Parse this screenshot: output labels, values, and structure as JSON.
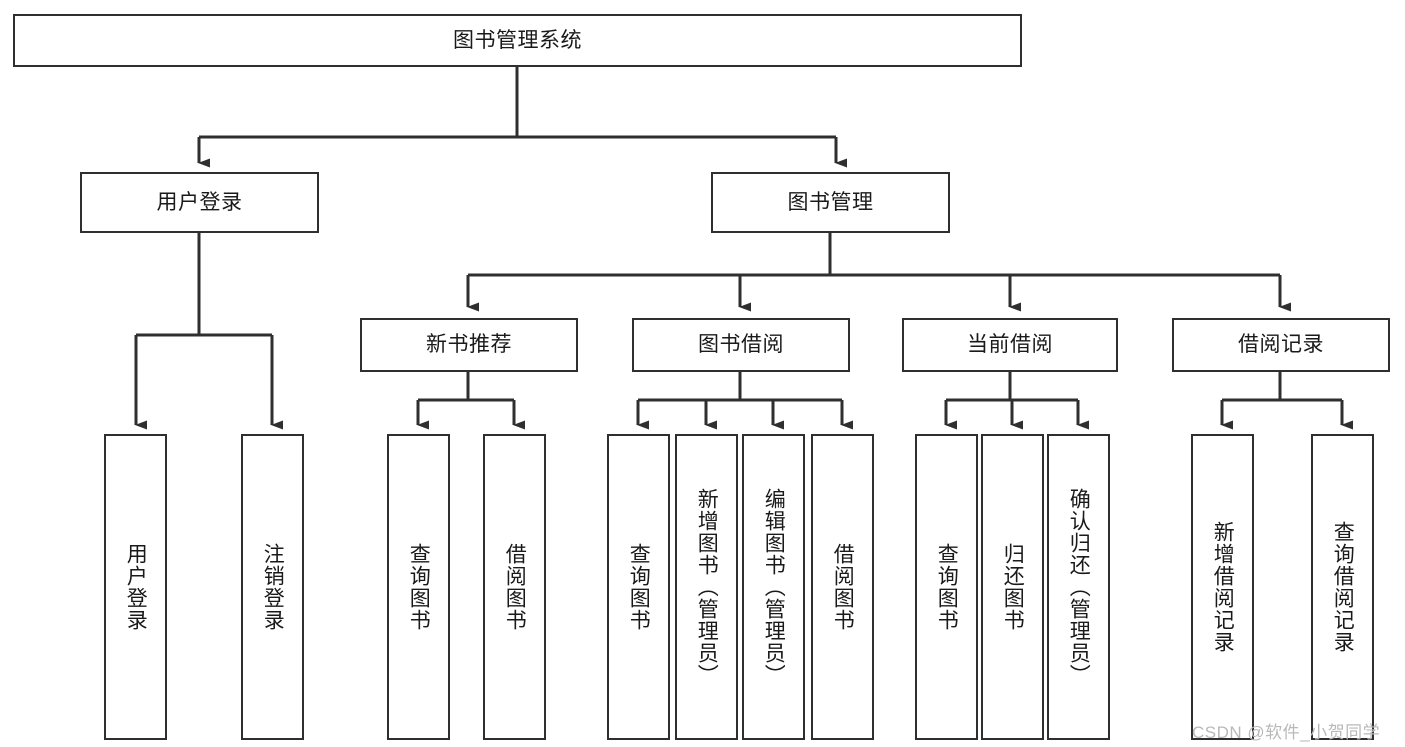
{
  "diagram": {
    "type": "tree-hierarchy-chart",
    "title": "图书管理系统",
    "orientation": "top-down",
    "colors": {
      "box_border": "#2f2f2f",
      "box_fill": "#ffffff",
      "connector": "#2f2f2f",
      "text": "#1a1a1a",
      "watermark": "#b9b9b9",
      "background": "#ffffff"
    },
    "levels": {
      "level1": [
        "图书管理系统"
      ],
      "level2": [
        "用户登录",
        "图书管理"
      ],
      "level3": [
        "新书推荐",
        "图书借阅",
        "当前借阅",
        "借阅记录"
      ],
      "level4": [
        "用户登录",
        "注销登录",
        "查询图书",
        "借阅图书",
        "查询图书",
        "新增图书（管理员）",
        "编辑图书（管理员）",
        "借阅图书",
        "查询图书",
        "归还图书",
        "确认归还（管理员）",
        "新增借阅记录",
        "查询借阅记录"
      ]
    },
    "nodes": {
      "root": {
        "label": "图书管理系统"
      },
      "user_login": {
        "label": "用户登录"
      },
      "book_manage": {
        "label": "图书管理"
      },
      "new_book_rec": {
        "label": "新书推荐"
      },
      "book_borrow": {
        "label": "图书借阅"
      },
      "current_borrow": {
        "label": "当前借阅"
      },
      "borrow_record": {
        "label": "借阅记录"
      },
      "leaf_user_login": {
        "label": "用户登录"
      },
      "leaf_logout": {
        "label": "注销登录"
      },
      "leaf_query_book_1": {
        "label": "查询图书"
      },
      "leaf_borrow_book_1": {
        "label": "借阅图书"
      },
      "leaf_query_book_2": {
        "label": "查询图书"
      },
      "leaf_add_book_admin": {
        "label": "新增图书（管理员）"
      },
      "leaf_edit_book_admin": {
        "label": "编辑图书（管理员）"
      },
      "leaf_borrow_book_2": {
        "label": "借阅图书"
      },
      "leaf_query_book_3": {
        "label": "查询图书"
      },
      "leaf_return_book": {
        "label": "归还图书"
      },
      "leaf_confirm_return_admin": {
        "label": "确认归还（管理员）"
      },
      "leaf_add_borrow_record": {
        "label": "新增借阅记录"
      },
      "leaf_query_borrow_record": {
        "label": "查询借阅记录"
      }
    },
    "edges": [
      {
        "from": "root",
        "to": "user_login"
      },
      {
        "from": "root",
        "to": "book_manage"
      },
      {
        "from": "user_login",
        "to": "leaf_user_login"
      },
      {
        "from": "user_login",
        "to": "leaf_logout"
      },
      {
        "from": "book_manage",
        "to": "new_book_rec"
      },
      {
        "from": "book_manage",
        "to": "book_borrow"
      },
      {
        "from": "book_manage",
        "to": "current_borrow"
      },
      {
        "from": "book_manage",
        "to": "borrow_record"
      },
      {
        "from": "new_book_rec",
        "to": "leaf_query_book_1"
      },
      {
        "from": "new_book_rec",
        "to": "leaf_borrow_book_1"
      },
      {
        "from": "book_borrow",
        "to": "leaf_query_book_2"
      },
      {
        "from": "book_borrow",
        "to": "leaf_add_book_admin"
      },
      {
        "from": "book_borrow",
        "to": "leaf_edit_book_admin"
      },
      {
        "from": "book_borrow",
        "to": "leaf_borrow_book_2"
      },
      {
        "from": "current_borrow",
        "to": "leaf_query_book_3"
      },
      {
        "from": "current_borrow",
        "to": "leaf_return_book"
      },
      {
        "from": "current_borrow",
        "to": "leaf_confirm_return_admin"
      },
      {
        "from": "borrow_record",
        "to": "leaf_add_borrow_record"
      },
      {
        "from": "borrow_record",
        "to": "leaf_query_borrow_record"
      }
    ]
  },
  "watermark": {
    "text": "CSDN @软件_小贺同学"
  }
}
